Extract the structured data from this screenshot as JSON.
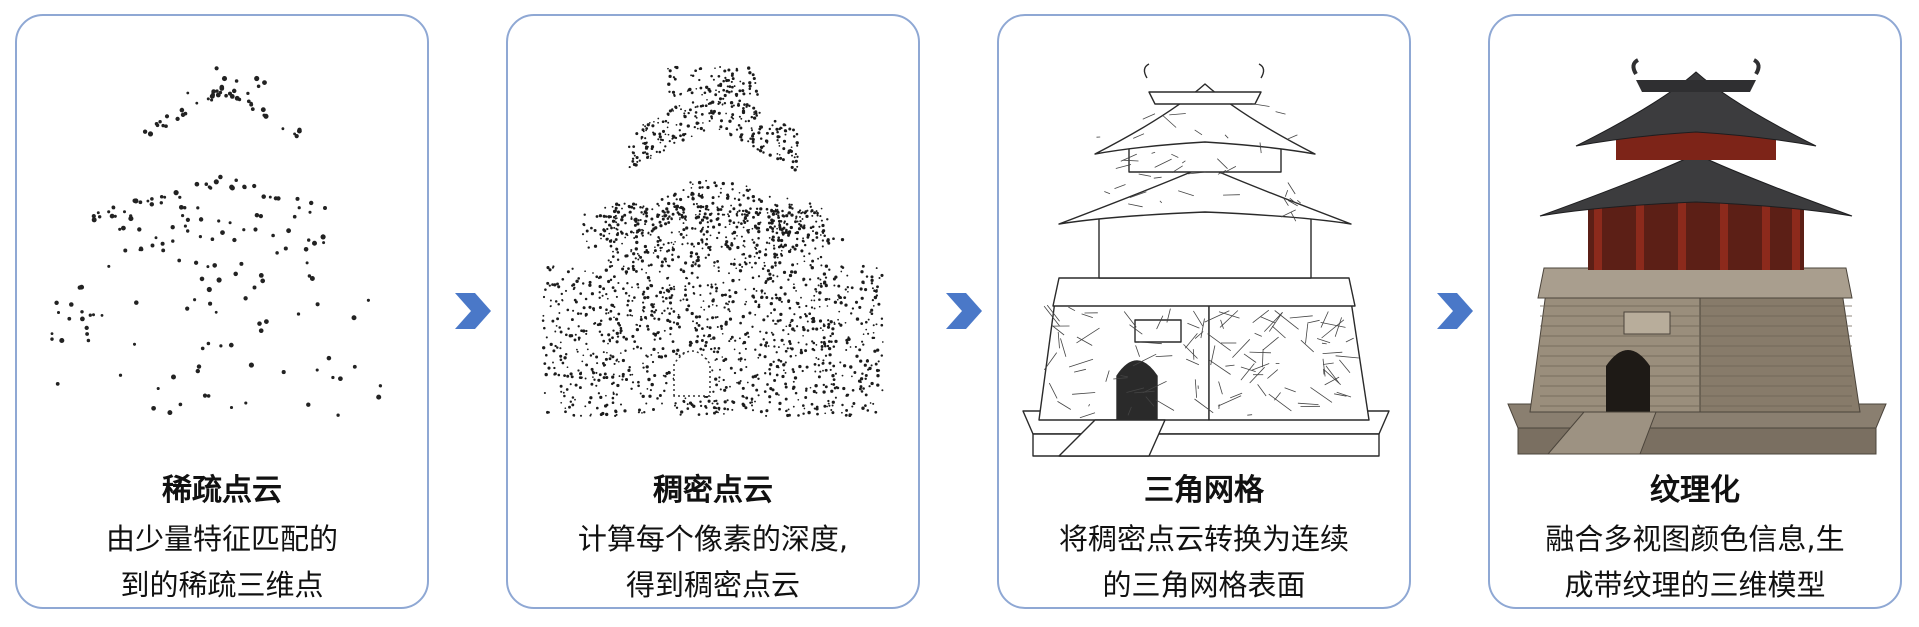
{
  "steps": [
    {
      "title": "稀疏点云",
      "desc_line1": "由少量特征匹配的",
      "desc_line2": "到的稀疏三维点",
      "illustration": "sparse-point-cloud-tower"
    },
    {
      "title": "稠密点云",
      "desc_line1": "计算每个像素的深度,",
      "desc_line2": "得到稠密点云",
      "illustration": "dense-point-cloud-tower"
    },
    {
      "title": "三角网格",
      "desc_line1": "将稠密点云转换为连续",
      "desc_line2": "的三角网格表面",
      "illustration": "triangle-mesh-tower"
    },
    {
      "title": "纹理化",
      "desc_line1": "融合多视图颜色信息,生",
      "desc_line2": "成带纹理的三维模型",
      "illustration": "textured-model-tower"
    }
  ],
  "arrow_icon": "chevron-right-icon",
  "colors": {
    "card_border": "#8fa8d4",
    "arrow": "#4a78c8",
    "roof_tile": "#3c3c3e",
    "pillar_red": "#8c2a1c",
    "stone": "#9a8e7c"
  }
}
